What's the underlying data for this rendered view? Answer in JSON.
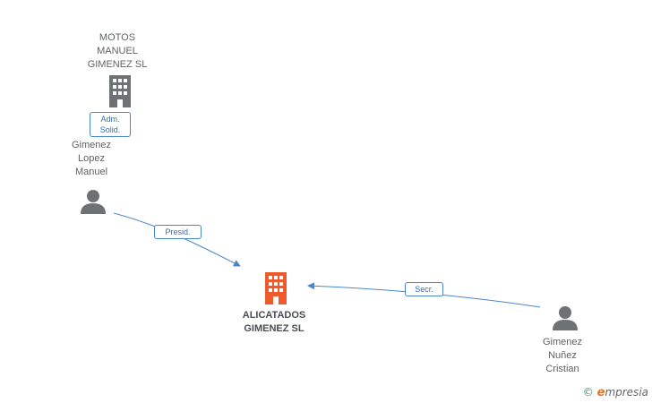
{
  "nodes": {
    "motos": {
      "label": "MOTOS\nMANUEL\nGIMENEZ SL",
      "icon": "building-icon",
      "color": "#6f7275"
    },
    "gimenez_lopez": {
      "label": "Gimenez\nLopez\nManuel",
      "icon": "person-icon",
      "color": "#6f7275"
    },
    "alicatados": {
      "label": "ALICATADOS\nGIMENEZ SL",
      "icon": "building-icon",
      "color": "#ee5a2c"
    },
    "gimenez_nunez": {
      "label": "Gimenez\nNuñez\nCristian",
      "icon": "person-icon",
      "color": "#6f7275"
    }
  },
  "edges": {
    "adm_solid": {
      "label": "Adm.\nSolid."
    },
    "presid": {
      "label": "Presid."
    },
    "secr": {
      "label": "Secr."
    }
  },
  "colors": {
    "edge": "#4a86c8",
    "accent": "#ee5a2c"
  },
  "watermark": {
    "copyright": "©",
    "brand_initial": "e",
    "brand_rest": "mpresia"
  }
}
